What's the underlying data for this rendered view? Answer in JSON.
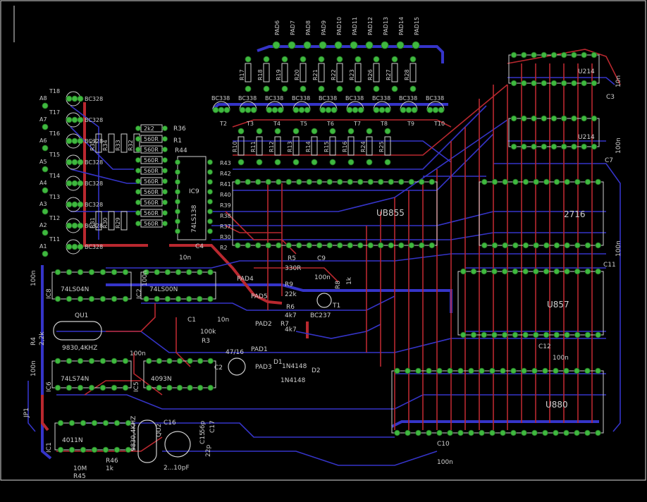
{
  "pads": {
    "list": [
      "PAD6",
      "PAD7",
      "PAD8",
      "PAD9",
      "PAD10",
      "PAD11",
      "PAD12",
      "PAD13",
      "PAD14",
      "PAD15"
    ],
    "misc": [
      "PAD4",
      "PAD5",
      "PAD2",
      "PAD1",
      "PAD3"
    ]
  },
  "resistors_top": [
    "R17",
    "R18",
    "R19",
    "R20",
    "R21",
    "R22",
    "R23",
    "R26",
    "R27",
    "R28"
  ],
  "resistors_mid": [
    "R10",
    "R11",
    "R12",
    "R13",
    "R14",
    "R15",
    "R16",
    "R24",
    "R25"
  ],
  "transistors_top": {
    "part": "BC338",
    "names": [
      "T2",
      "T3",
      "T4",
      "T5",
      "T6",
      "T7",
      "T8",
      "T9",
      "T10"
    ]
  },
  "transistors_left": {
    "part": "BC328",
    "names": [
      "T18",
      "T17",
      "T16",
      "T15",
      "T14",
      "T13",
      "T12",
      "T11"
    ],
    "a_labels": [
      "A8",
      "A7",
      "A6",
      "A5",
      "A4",
      "A3",
      "A2",
      "A1"
    ]
  },
  "left_resistors": [
    "R35",
    "R34",
    "R33",
    "R32",
    "R31",
    "R30",
    "R29"
  ],
  "resistor_bank": {
    "left": [
      "2k2",
      "560R",
      "560R",
      "560R",
      "560R",
      "560R",
      "560R",
      "560R",
      "560R",
      "560R"
    ],
    "right": [
      "R36",
      "R1",
      "R44"
    ]
  },
  "ic9": {
    "name": "IC9",
    "part": "74LS138",
    "right_labels": [
      "R43",
      "R42",
      "R41",
      "R40",
      "R39",
      "R38",
      "R37",
      "R30",
      "R2"
    ]
  },
  "chips": {
    "u214a": "U214",
    "u214b": "U214",
    "ub855": "UB855",
    "c2716": "2716",
    "u857": "U857",
    "u880": "U880",
    "ls04": "74LS04N",
    "ls00": "74LS00N",
    "ls74": "74LS74N",
    "c4093": "4093N",
    "c4011": "4011N"
  },
  "ic_labels": [
    "IC8",
    "IC2",
    "IC6",
    "IC1",
    "IC5"
  ],
  "crystals": {
    "qu1": "QU1",
    "freq": "9830,4KHZ",
    "freq2": "9830,4KHZ",
    "q2": "QU2"
  },
  "components": {
    "r4": "R4",
    "r4v": "2,2k",
    "c4": "C4",
    "c4v": "10n",
    "c1": "C1",
    "c1v": "10n",
    "r3": "R3",
    "r3v": "100k",
    "c2": "C2",
    "c2v": "47/16",
    "r5": "R5",
    "r5v": "330R",
    "c9": "C9",
    "c9v": "100n",
    "r8": "R8",
    "r8v": "1k",
    "r9": "R9",
    "r9v": "22k",
    "r6": "R6",
    "r6v": "4k7",
    "r7": "R7",
    "r7v": "4k7",
    "t1": "T1",
    "t1p": "BC237",
    "d1": "D1",
    "d1v": "1N4148",
    "d2": "D2",
    "d2v": "1N4148",
    "c3": "C3",
    "c3v": "10n",
    "c7": "C7",
    "c7v": "100n",
    "c11": "C11",
    "c11v": "100n",
    "c12": "C12",
    "c12v": "100n",
    "c10": "C10",
    "c10v": "100n",
    "c8v": "100n",
    "c6v": "100n",
    "c5v": "100n",
    "c13v": "100n",
    "c16": "C16",
    "c16v": "2...10pF",
    "c15": "C15",
    "c15v": "22p",
    "c17": "C17",
    "c17v": "56p",
    "jp1": "JP1",
    "r45": "R45",
    "r45v": "10M",
    "r46": "R46",
    "r46v": "1k"
  }
}
